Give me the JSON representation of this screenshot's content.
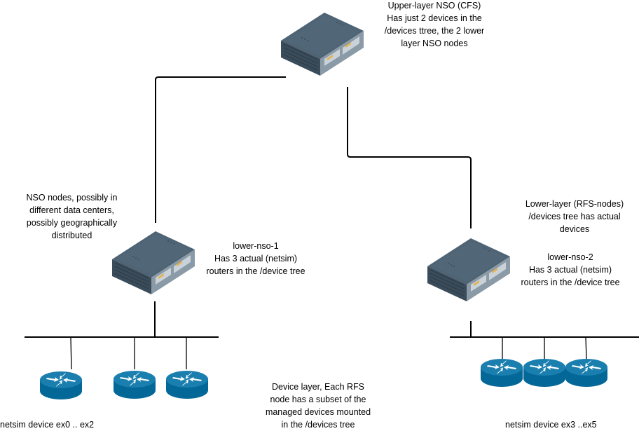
{
  "colors": {
    "router_fill": "#036897",
    "router_top": "#1a7fae",
    "server_top": "#4e6374",
    "server_side": "#3b4d5c",
    "line": "#000000",
    "background": "#ffffff"
  },
  "nodes": {
    "upper_nso": {
      "icon": "server-appliance-icon",
      "label_lines": [
        "Upper-layer  NSO (CFS)",
        "Has just 2 devices in the",
        "/devices ttree, the 2 lower",
        "layer NSO nodes"
      ]
    },
    "lower_nso_1": {
      "icon": "server-appliance-icon",
      "label_lines": [
        "lower-nso-1",
        "Has 3 actual (netsim)",
        "routers in the /device tree"
      ]
    },
    "lower_nso_2": {
      "icon": "server-appliance-icon",
      "label_lines": [
        "lower-nso-2",
        "Has 3 actual (netsim)",
        "routers in the /device tree"
      ]
    }
  },
  "annotations": {
    "nso_nodes_note": [
      "NSO nodes, possibly in",
      "different data centers,",
      "possibly geographically",
      "distributed"
    ],
    "lower_layer_note": [
      "Lower-layer (RFS-nodes)",
      "/devices tree has actual",
      "devices"
    ],
    "device_layer_note": [
      "Device layer, Each RFS",
      "node has a subset of the",
      "managed devices mounted",
      "in the /devices tree"
    ]
  },
  "device_groups": [
    {
      "label": "netsim device ex0 .. ex2",
      "routers": [
        "ex0",
        "ex1",
        "ex2"
      ],
      "icon": "router-icon"
    },
    {
      "label": "netsim device ex3 ..ex5",
      "routers": [
        "ex3",
        "ex4",
        "ex5"
      ],
      "icon": "router-icon"
    }
  ]
}
